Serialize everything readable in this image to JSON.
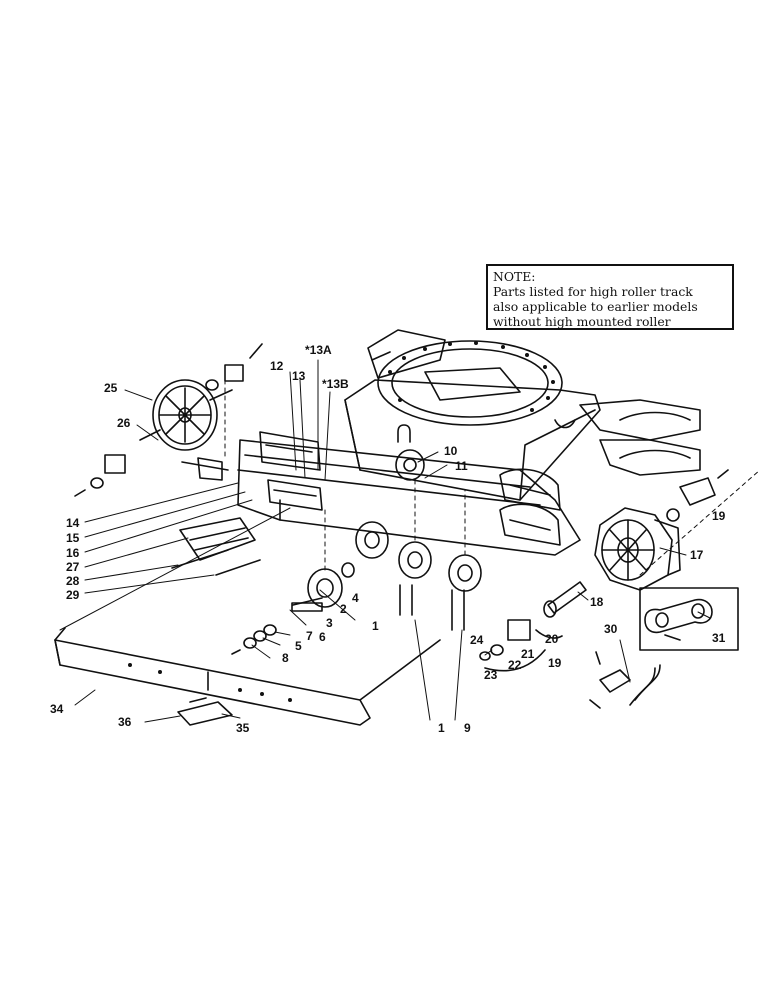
{
  "note": {
    "heading": "NOTE:",
    "lines": [
      "Parts listed for high roller track",
      "also applicable to earlier models",
      "without high mounted roller"
    ]
  },
  "callouts": {
    "c1a": "1",
    "c1b": "1",
    "c2": "2",
    "c3": "3",
    "c4": "4",
    "c5": "5",
    "c6": "6",
    "c7": "7",
    "c8": "8",
    "c9": "9",
    "c10": "10",
    "c11": "11",
    "c12": "12",
    "c13": "13",
    "c13a": "*13A",
    "c13b": "*13B",
    "c14": "14",
    "c15": "15",
    "c16": "16",
    "c17": "17",
    "c18": "18",
    "c19a": "19",
    "c19b": "19",
    "c20": "20",
    "c21": "21",
    "c22": "22",
    "c23": "23",
    "c24": "24",
    "c25": "25",
    "c26": "26",
    "c27": "27",
    "c28": "28",
    "c29": "29",
    "c30": "30",
    "c31": "31",
    "c34": "34",
    "c35": "35",
    "c36": "36"
  }
}
